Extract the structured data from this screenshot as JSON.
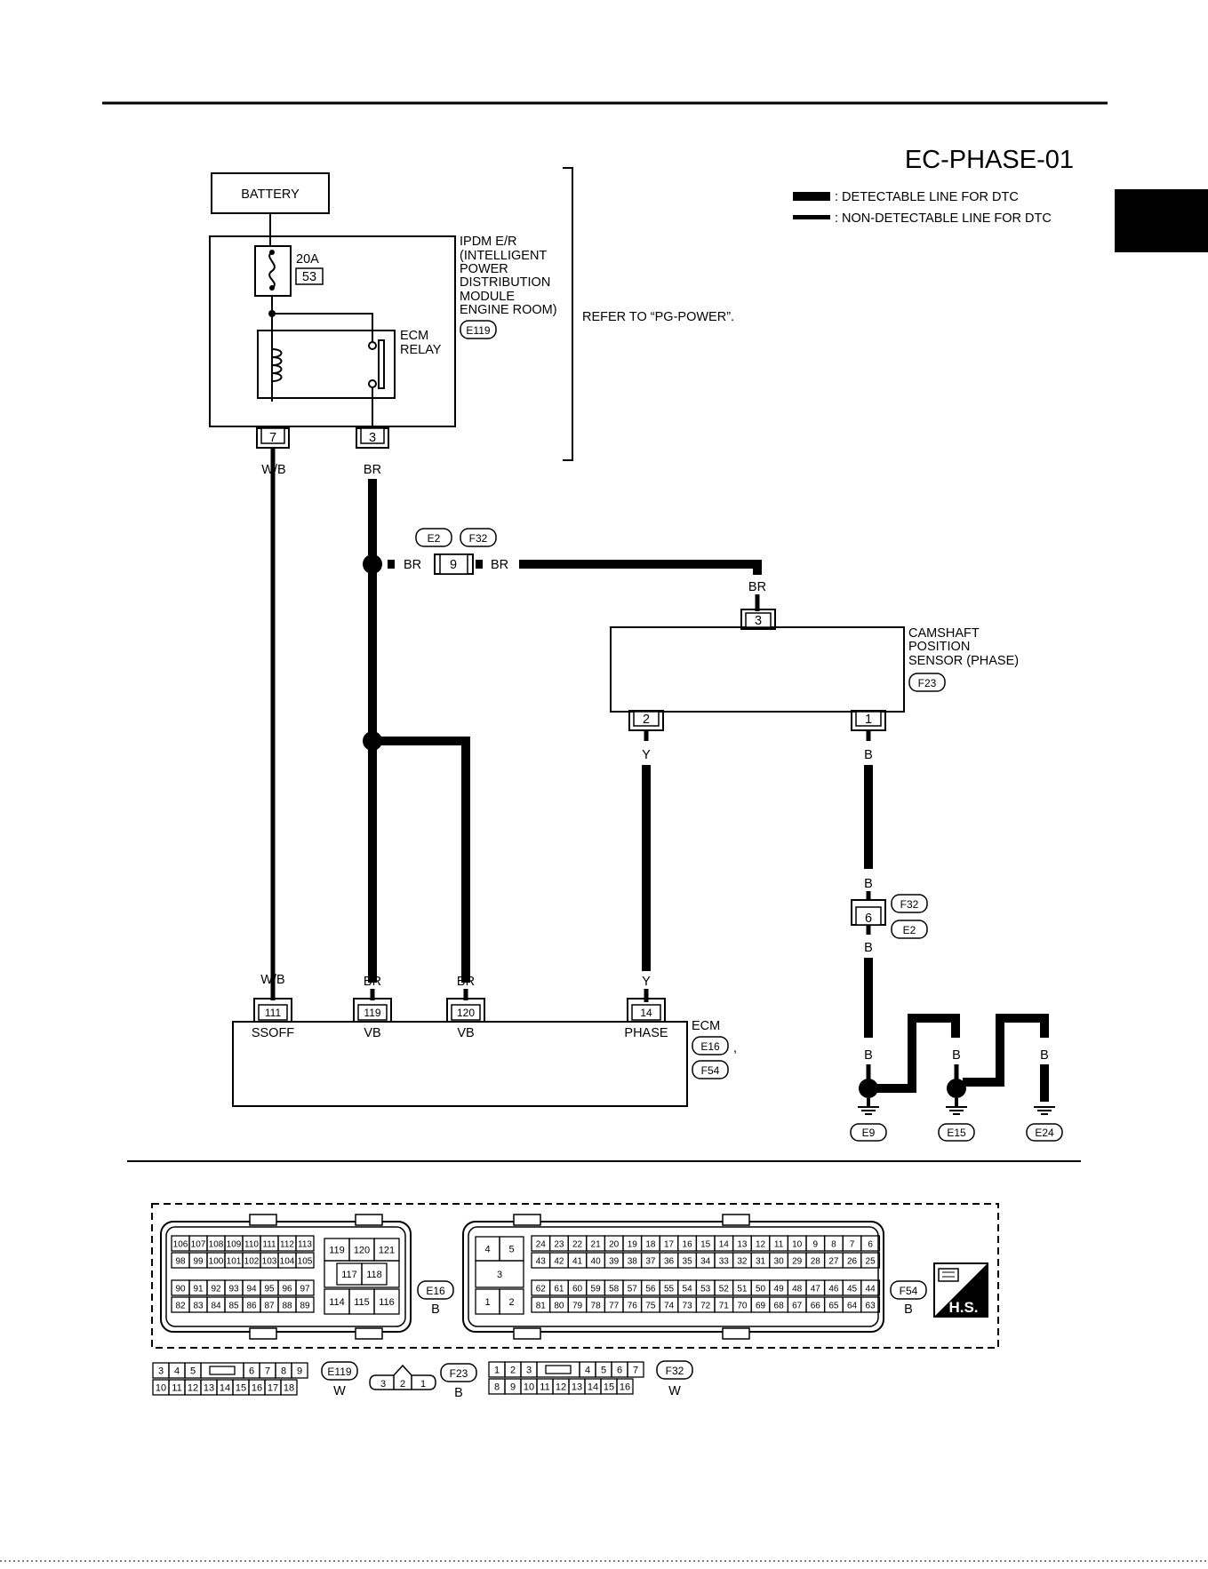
{
  "diagram": {
    "title": "EC-PHASE-01",
    "legend": {
      "detectable": ": DETECTABLE LINE FOR DTC",
      "non_detectable": ": NON-DETECTABLE LINE FOR DTC"
    },
    "battery": "BATTERY",
    "fuse": {
      "rating": "20A",
      "number": "53"
    },
    "ipdm": {
      "lines": [
        "IPDM E/R",
        "(INTELLIGENT",
        "POWER",
        "DISTRIBUTION",
        "MODULE",
        "ENGINE ROOM)"
      ],
      "connector": "E119",
      "pins": [
        "7",
        "3"
      ]
    },
    "relay": {
      "lines": [
        "ECM",
        "RELAY"
      ]
    },
    "refer_note": "REFER TO “PG-POWER”.",
    "wires": {
      "wb": "W/B",
      "br": "BR",
      "y": "Y",
      "b": "B"
    },
    "joint_connector": {
      "codes": [
        "E2",
        "F32"
      ],
      "pin": "9"
    },
    "camshaft_sensor": {
      "lines": [
        "CAMSHAFT",
        "POSITION",
        "SENSOR (PHASE)"
      ],
      "connector": "F23",
      "pins": [
        "3",
        "2",
        "1"
      ]
    },
    "ground_joint": {
      "codes": [
        "F32",
        "E2"
      ],
      "pin": "6"
    },
    "ecm": {
      "label": "ECM",
      "connectors": [
        "E16",
        "F54"
      ],
      "separator": ",",
      "terminals": [
        {
          "pin": "111",
          "name": "SSOFF"
        },
        {
          "pin": "119",
          "name": "VB"
        },
        {
          "pin": "120",
          "name": "VB"
        },
        {
          "pin": "14",
          "name": "PHASE"
        }
      ]
    },
    "grounds": [
      "E9",
      "E15",
      "E24"
    ]
  },
  "connector_views": {
    "e16": {
      "code": "E16",
      "color": "B",
      "row1": [
        "106",
        "107",
        "108",
        "109",
        "110",
        "111",
        "112",
        "113"
      ],
      "row2": [
        "98",
        "99",
        "100",
        "101",
        "102",
        "103",
        "104",
        "105"
      ],
      "row3": [
        "90",
        "91",
        "92",
        "93",
        "94",
        "95",
        "96",
        "97"
      ],
      "row4": [
        "82",
        "83",
        "84",
        "85",
        "86",
        "87",
        "88",
        "89"
      ],
      "block_top": [
        "119",
        "120",
        "121"
      ],
      "block_mid": [
        "117",
        "118"
      ],
      "block_bot": [
        "114",
        "115",
        "116"
      ]
    },
    "f54": {
      "code": "F54",
      "color": "B",
      "left_top": [
        "4",
        "5"
      ],
      "left_mid": "3",
      "left_bot": [
        "1",
        "2"
      ],
      "row1": [
        "24",
        "23",
        "22",
        "21",
        "20",
        "19",
        "18",
        "17",
        "16",
        "15",
        "14",
        "13",
        "12",
        "11",
        "10",
        "9",
        "8",
        "7",
        "6"
      ],
      "row2": [
        "43",
        "42",
        "41",
        "40",
        "39",
        "38",
        "37",
        "36",
        "35",
        "34",
        "33",
        "32",
        "31",
        "30",
        "29",
        "28",
        "27",
        "26",
        "25"
      ],
      "row3": [
        "62",
        "61",
        "60",
        "59",
        "58",
        "57",
        "56",
        "55",
        "54",
        "53",
        "52",
        "51",
        "50",
        "49",
        "48",
        "47",
        "46",
        "45",
        "44"
      ],
      "row4": [
        "81",
        "80",
        "79",
        "78",
        "77",
        "76",
        "75",
        "74",
        "73",
        "72",
        "71",
        "70",
        "69",
        "68",
        "67",
        "66",
        "65",
        "64",
        "63"
      ]
    },
    "hs_badge": "H.S.",
    "e119": {
      "code": "E119",
      "color": "W",
      "top_left": [
        "3",
        "4",
        "5"
      ],
      "top_right": [
        "6",
        "7",
        "8",
        "9"
      ],
      "bottom": [
        "10",
        "11",
        "12",
        "13",
        "14",
        "15",
        "16",
        "17",
        "18"
      ]
    },
    "f23": {
      "code": "F23",
      "color": "B",
      "pins": [
        "3",
        "2",
        "1"
      ]
    },
    "f32": {
      "code": "F32",
      "color": "W",
      "top_left": [
        "1",
        "2",
        "3"
      ],
      "top_right": [
        "4",
        "5",
        "6",
        "7"
      ],
      "bottom": [
        "8",
        "9",
        "10",
        "11",
        "12",
        "13",
        "14",
        "15",
        "16"
      ]
    }
  }
}
